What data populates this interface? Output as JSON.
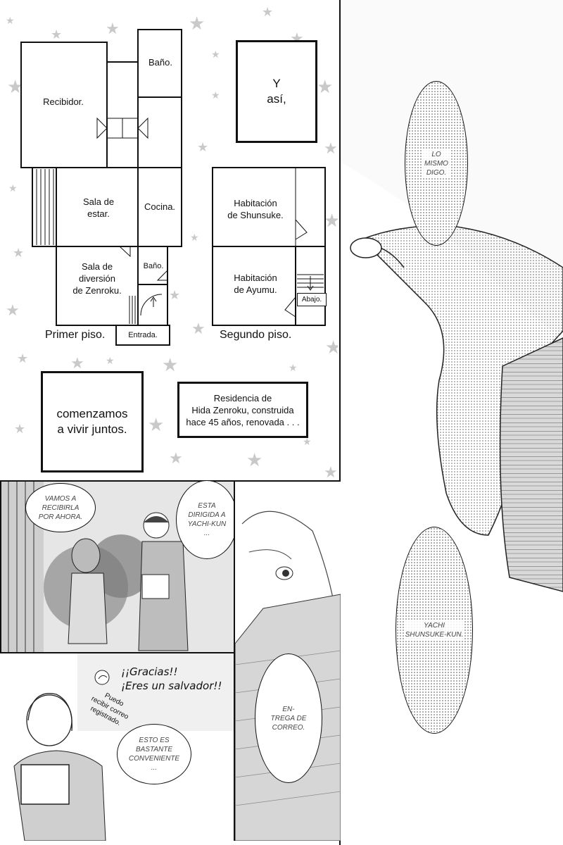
{
  "floor_plan": {
    "first_floor": {
      "caption": "Primer piso.",
      "rooms": {
        "reception": "Recibidor.",
        "bath_top": "Baño.",
        "living": "Sala de\nestar.",
        "kitchen": "Cocina.",
        "fun_room": "Sala de\ndiversión\nde Zenroku.",
        "bath_small": "Baño.",
        "entrance": "Entrada."
      }
    },
    "second_floor": {
      "caption": "Segundo piso.",
      "rooms": {
        "shunsuke": "Habitación\nde Shunsuke.",
        "ayumu": "Habitación\nde Ayumu.",
        "down": "Abajo."
      }
    }
  },
  "narration": {
    "y_asi": "Y\nasí,",
    "comenzamos": "comenzamos\na vivir juntos.",
    "residence": "Residencia de\nHida Zenroku, construida\nhace 45 años, renovada . . ."
  },
  "bubbles": {
    "lo_mismo": "LO\nMISMO\nDIGO.",
    "yachi": "YACHI\nSHUNSUKE-KUN.",
    "vamos": "VAMOS A\nRECIBIRLA\nPOR AHORA.",
    "esta_dirigida": "ESTA\nDIRIGIDA A\nYACHI-KUN\n...",
    "entrega": "EN-\nTREGA DE\nCORREO.",
    "gracias": "¡¡Gracias!!\n¡Eres un salvador!!",
    "puedo": "Puedo\nrecibir correo\nregistrado.",
    "conveniente": "ESTO ES\nBASTANTE\nCONVENIENTE\n..."
  }
}
